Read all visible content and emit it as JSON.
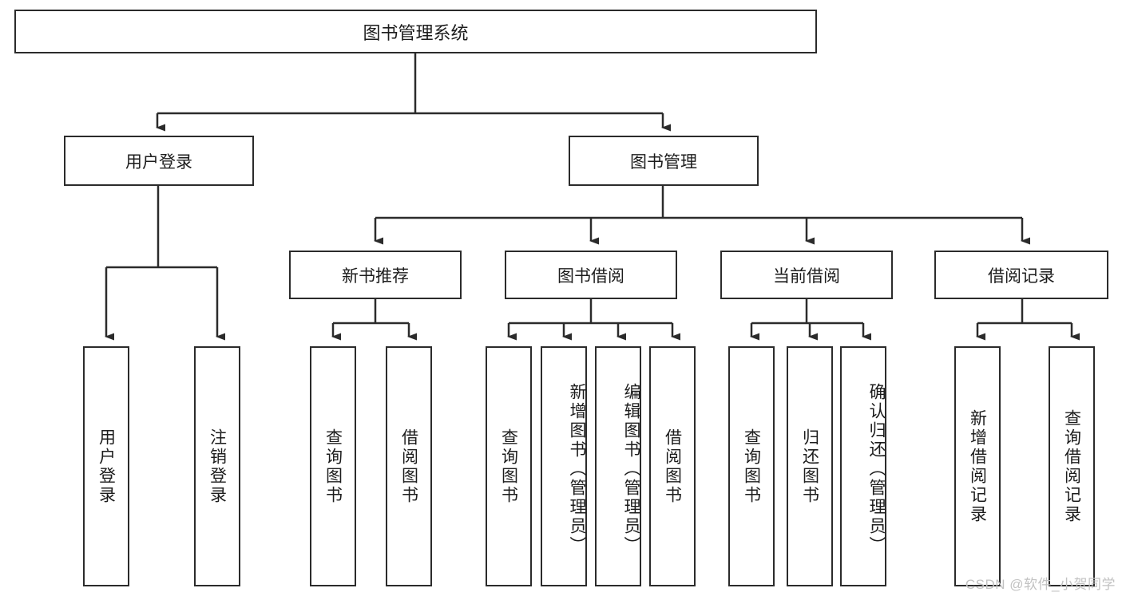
{
  "diagram": {
    "title": "图书管理系统",
    "type": "hierarchy-tree",
    "colors": {
      "box_border": "#2b2b2b",
      "box_fill": "#ffffff",
      "connector": "#2b2b2b",
      "text": "#1c1c1c",
      "watermark": "#c2c2c2",
      "background": "#ffffff"
    },
    "root": {
      "label": "图书管理系统"
    },
    "level2": [
      {
        "label": "用户登录"
      },
      {
        "label": "图书管理"
      }
    ],
    "level3": [
      {
        "label": "新书推荐"
      },
      {
        "label": "图书借阅"
      },
      {
        "label": "当前借阅"
      },
      {
        "label": "借阅记录"
      }
    ],
    "leaves": {
      "user_login": [
        {
          "label": "用户登录"
        },
        {
          "label": "注销登录"
        }
      ],
      "new_book_recommend": [
        {
          "label": "查询图书"
        },
        {
          "label": "借阅图书"
        }
      ],
      "book_borrow": [
        {
          "label": "查询图书"
        },
        {
          "label": "新增图书（管理员）"
        },
        {
          "label": "编辑图书（管理员）"
        },
        {
          "label": "借阅图书"
        }
      ],
      "current_borrow": [
        {
          "label": "查询图书"
        },
        {
          "label": "归还图书"
        },
        {
          "label": "确认归还（管理员）"
        }
      ],
      "borrow_records": [
        {
          "label": "新增借阅记录"
        },
        {
          "label": "查询借阅记录"
        }
      ]
    },
    "watermark": "CSDN @软件_小贺同学"
  }
}
